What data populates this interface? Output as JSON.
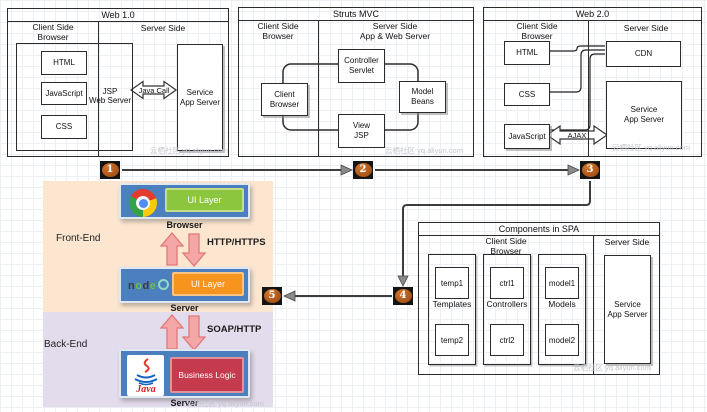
{
  "watermark": "云栖社区 yq.aliyun.com",
  "badges": [
    "1",
    "2",
    "3",
    "4",
    "5"
  ],
  "panels": {
    "web10": {
      "title": "Web 1.0",
      "client_header": "Client Side\nBrowser",
      "server_header": "Server Side",
      "html": "HTML",
      "javascript": "JavaScript",
      "css": "CSS",
      "web_server_label": "JSP\nWeb Server",
      "arrow_label": "Java Call",
      "service": "Service\nApp Server"
    },
    "struts": {
      "title": "Struts MVC",
      "client_header": "Client Side\nBrowser",
      "server_header": "Server Side\nApp & Web Server",
      "controller": "Controller\nServlet",
      "client_browser": "Client\nBrowser",
      "model": "Model\nBeans",
      "view": "View\nJSP"
    },
    "web20": {
      "title": "Web 2.0",
      "client_header": "Client Side\nBrowser",
      "server_header": "Server Side",
      "html": "HTML",
      "css": "CSS",
      "javascript": "JavaScript",
      "cdn": "CDN",
      "service": "Service\nApp Server",
      "arrow_label": "AJAX"
    },
    "spa": {
      "title": "Components in SPA",
      "client_header": "Client Side\nBrowser",
      "server_header": "Server Side",
      "groups": [
        {
          "label": "Templates",
          "top": "temp1",
          "bottom": "temp2"
        },
        {
          "label": "Controllers",
          "top": "ctrl1",
          "bottom": "ctrl2"
        },
        {
          "label": "Models",
          "top": "model1",
          "bottom": "model2"
        }
      ],
      "service": "Service\nApp Server"
    },
    "stack": {
      "front_label": "Front-End",
      "back_label": "Back-End",
      "browser_row": {
        "ui": "UI Layer",
        "caption": "Browser"
      },
      "http_label": "HTTP/HTTPS",
      "node_row": {
        "logo_text": "node",
        "ui": "UI Layer",
        "caption": "Server"
      },
      "soap_label": "SOAP/HTTP",
      "java_row": {
        "logo_text": "Java",
        "ui": "Business Logic",
        "caption": "Server"
      }
    }
  },
  "colors": {
    "badge_orange": "#b05a1c",
    "container_blue": "#4c7fbd",
    "ui_green": "#8cc63f",
    "ui_orange": "#f7941d",
    "ui_red": "#c53a4c",
    "front_end_bg": "#fce6d0",
    "back_end_bg": "#e3dcec",
    "pink_arrow": "#f5a7a7",
    "line_gray": "#3d3d3d"
  }
}
